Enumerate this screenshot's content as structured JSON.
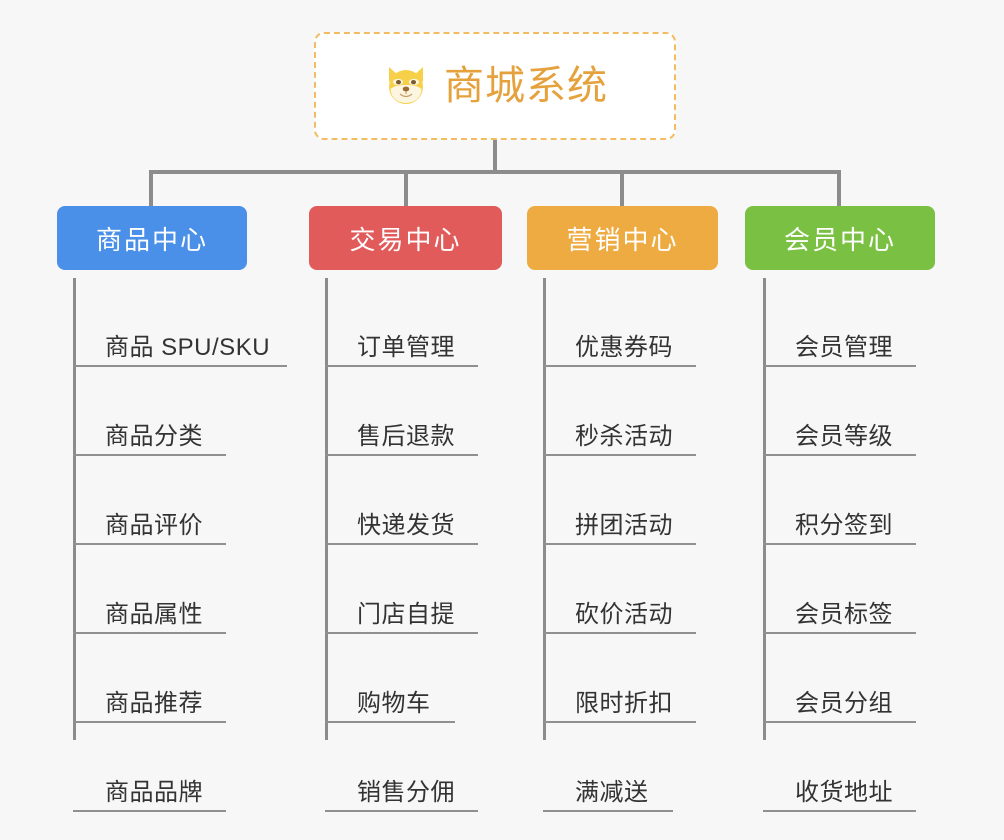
{
  "background_color": "#f7f7f7",
  "root": {
    "icon": "dog-face-emoji",
    "title": "商城系统",
    "title_color": "#e5a23c",
    "border_color": "#f3bc62",
    "background": "#ffffff"
  },
  "connector_color": "#8c8c8c",
  "branches": [
    {
      "id": "product-center",
      "label": "商品中心",
      "color": "#4a90e8",
      "items": [
        {
          "label": "商品 SPU/SKU"
        },
        {
          "label": "商品分类"
        },
        {
          "label": "商品评价"
        },
        {
          "label": "商品属性"
        },
        {
          "label": "商品推荐"
        },
        {
          "label": "商品品牌"
        }
      ]
    },
    {
      "id": "trade-center",
      "label": "交易中心",
      "color": "#e15b5b",
      "items": [
        {
          "label": "订单管理"
        },
        {
          "label": "售后退款"
        },
        {
          "label": "快递发货"
        },
        {
          "label": "门店自提"
        },
        {
          "label": "购物车"
        },
        {
          "label": "销售分佣"
        }
      ]
    },
    {
      "id": "marketing-center",
      "label": "营销中心",
      "color": "#eeab42",
      "items": [
        {
          "label": "优惠券码"
        },
        {
          "label": "秒杀活动"
        },
        {
          "label": "拼团活动"
        },
        {
          "label": "砍价活动"
        },
        {
          "label": "限时折扣"
        },
        {
          "label": "满减送"
        }
      ]
    },
    {
      "id": "member-center",
      "label": "会员中心",
      "color": "#7ac143",
      "items": [
        {
          "label": "会员管理"
        },
        {
          "label": "会员等级"
        },
        {
          "label": "积分签到"
        },
        {
          "label": "会员标签"
        },
        {
          "label": "会员分组"
        },
        {
          "label": "收货地址"
        }
      ]
    }
  ]
}
